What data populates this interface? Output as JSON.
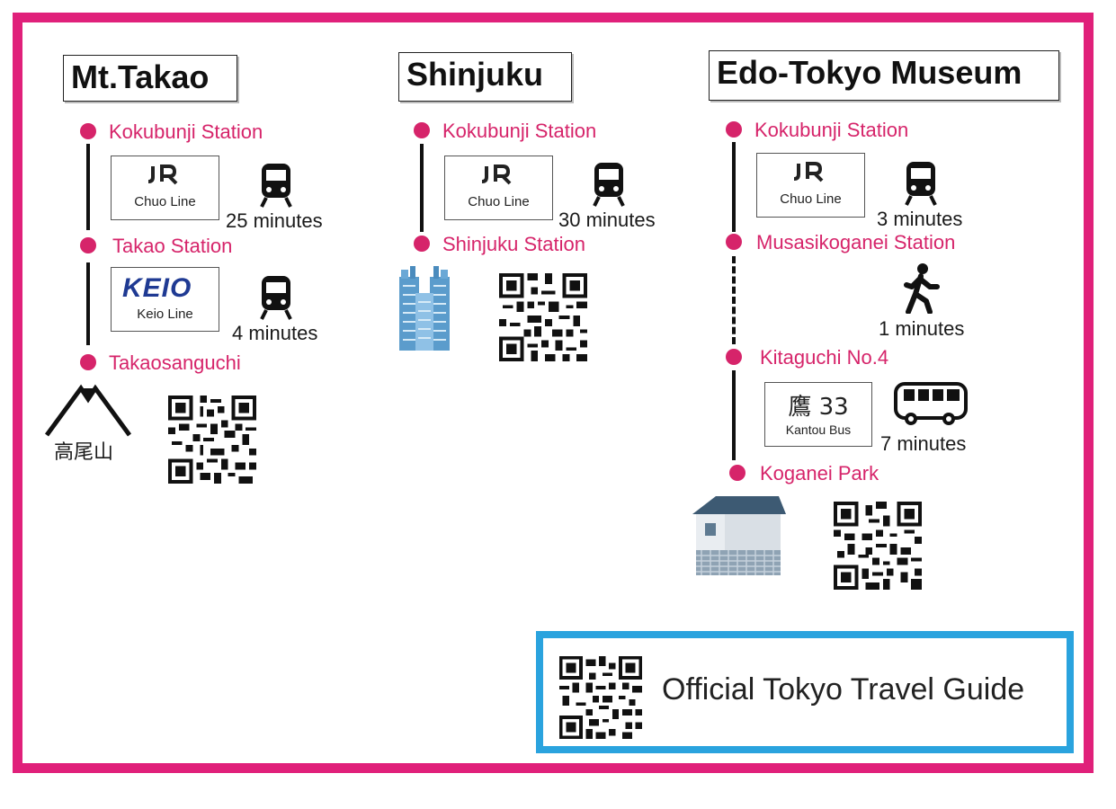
{
  "colors": {
    "frame": "#e0207a",
    "station": "#d6246a",
    "guide_border": "#2aa3de"
  },
  "routes": [
    {
      "title": "Mt.Takao",
      "stations": [
        "Kokubunji Station",
        "Takao Station",
        "Takaosanguchi"
      ],
      "legs": [
        {
          "operator_logo": "JR",
          "line": "Chuo Line",
          "mode": "train-icon",
          "duration": "25 minutes"
        },
        {
          "operator_logo": "KEIO",
          "line": "Keio Line",
          "mode": "train-icon",
          "duration": "4 minutes"
        }
      ],
      "landmark_icon": "mountain-icon",
      "landmark_caption": "高尾山"
    },
    {
      "title": "Shinjuku",
      "stations": [
        "Kokubunji Station",
        "Shinjuku Station"
      ],
      "legs": [
        {
          "operator_logo": "JR",
          "line": "Chuo Line",
          "mode": "train-icon",
          "duration": "30 minutes"
        }
      ],
      "landmark_icon": "skyscraper-icon"
    },
    {
      "title": "Edo-Tokyo Museum",
      "stations": [
        "Kokubunji Station",
        "Musasikoganei Station",
        "Kitaguchi No.4",
        "Koganei Park"
      ],
      "legs": [
        {
          "operator_logo": "JR",
          "line": "Chuo Line",
          "mode": "train-icon",
          "duration": "3 minutes"
        },
        {
          "mode": "walk-icon",
          "duration": "1 minutes"
        },
        {
          "route_number": "鷹 33",
          "line": "Kantou Bus",
          "mode": "bus-icon",
          "duration": "7 minutes"
        }
      ],
      "landmark_icon": "museum-building-icon"
    }
  ],
  "guide": {
    "label": "Official Tokyo Travel Guide",
    "icon": "qr-code-icon"
  }
}
